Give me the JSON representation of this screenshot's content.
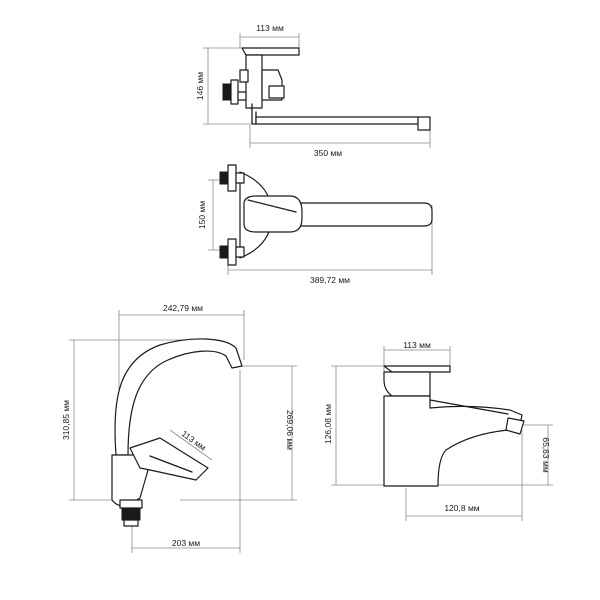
{
  "views": {
    "bath_side": {
      "width_label": "113 мм",
      "height_label": "146 мм",
      "spout_label": "350 мм"
    },
    "bath_top": {
      "height_label": "150 мм",
      "spout_label": "389,72 мм"
    },
    "kitchen": {
      "width_label": "242,79 мм",
      "height_label": "310,85 мм",
      "spout_height_label": "269,06 мм",
      "handle_label": "113 мм",
      "reach_label": "203 мм"
    },
    "basin": {
      "width_label": "113 мм",
      "height_label": "126,08 мм",
      "spout_height_label": "65,83 мм",
      "reach_label": "120,8 мм"
    }
  }
}
